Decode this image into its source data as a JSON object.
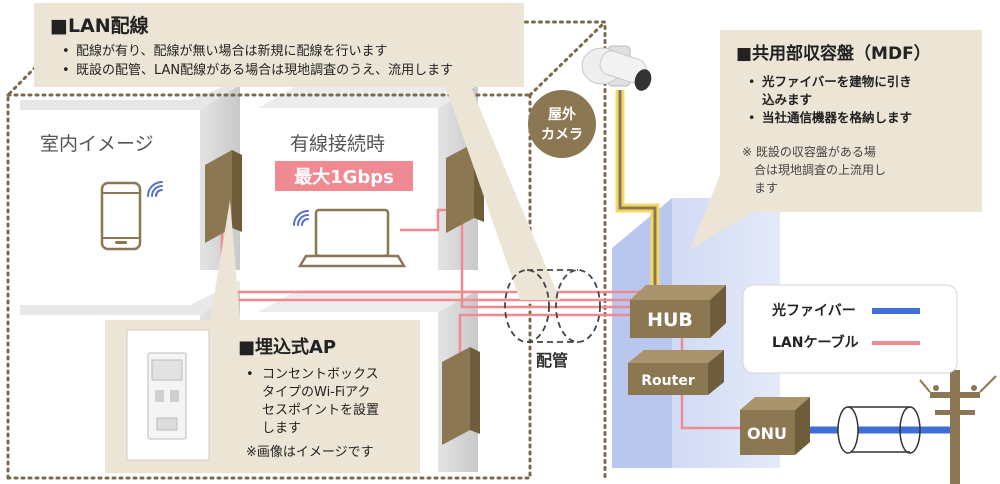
{
  "lan_box": {
    "title": "■LAN配線",
    "bullets": [
      "配線が有り、配線が無い場合は新規に配線を行います",
      "既設の配管、LAN配線がある場合は現地調査のうえ、流用します"
    ]
  },
  "mdf_box": {
    "title": "■共用部収容盤（MDF）",
    "bullets": [
      [
        "光ファイバーを建物に引き",
        "込みます"
      ],
      [
        "当社通信機器を格納します"
      ]
    ],
    "note": [
      "※ 既設の収容盤がある場",
      "　合は現地調査の上流用し",
      "　ます"
    ]
  },
  "camera_label": [
    "屋外",
    "カメラ"
  ],
  "room_indoor": {
    "label": "室内イメージ"
  },
  "room_wired": {
    "label": "有線接続時",
    "speed_badge": "最大1Gbps"
  },
  "ap_box": {
    "title": "■埋込式AP",
    "bullets": [
      "コンセントボックス",
      "タイプのWi-Fiアク",
      "セスポイントを設置",
      "します"
    ],
    "note": "※画像はイメージです"
  },
  "conduit_label": "配管",
  "devices": {
    "hub": "HUB",
    "router": "Router",
    "onu": "ONU"
  },
  "legend": {
    "items": [
      {
        "label": "光ファイバー",
        "color": "#3e6fd6"
      },
      {
        "label": "LANケーブル",
        "color": "#f08a92"
      }
    ]
  },
  "colors": {
    "callout_bg": "#ece5d6",
    "device_brown": "#8b7752",
    "lan_pink": "#f08a92",
    "fiber_blue": "#3e6fd6",
    "camera_badge": "#8b7752"
  }
}
